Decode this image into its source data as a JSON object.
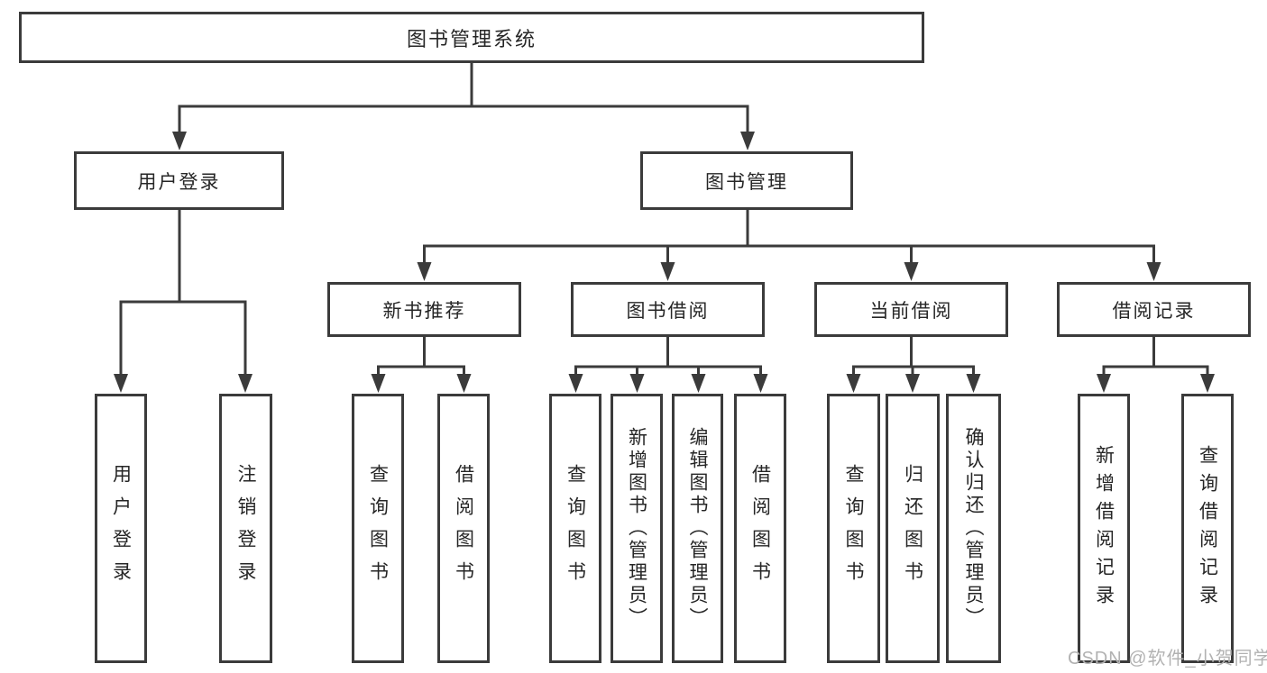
{
  "diagram": {
    "root": {
      "label": "图书管理系统"
    },
    "branches": [
      {
        "label": "用户登录",
        "leaves": [
          "用户登录",
          "注销登录"
        ]
      },
      {
        "label": "图书管理",
        "groups": [
          {
            "label": "新书推荐",
            "leaves": [
              "查询图书",
              "借阅图书"
            ]
          },
          {
            "label": "图书借阅",
            "leaves": [
              "查询图书",
              "新增图书（管理员）",
              "编辑图书（管理员）",
              "借阅图书"
            ]
          },
          {
            "label": "当前借阅",
            "leaves": [
              "查询图书",
              "归还图书",
              "确认归还（管理员）"
            ]
          },
          {
            "label": "借阅记录",
            "leaves": [
              "新增借阅记录",
              "查询借阅记录"
            ]
          }
        ]
      }
    ]
  },
  "watermark": {
    "text": "CSDN @软件_小贺同学"
  },
  "colors": {
    "line": "#3b3b3b",
    "box_border": "#3b3b3b",
    "text": "#262626",
    "watermark": "#b2b2b2",
    "background": "#ffffff"
  }
}
